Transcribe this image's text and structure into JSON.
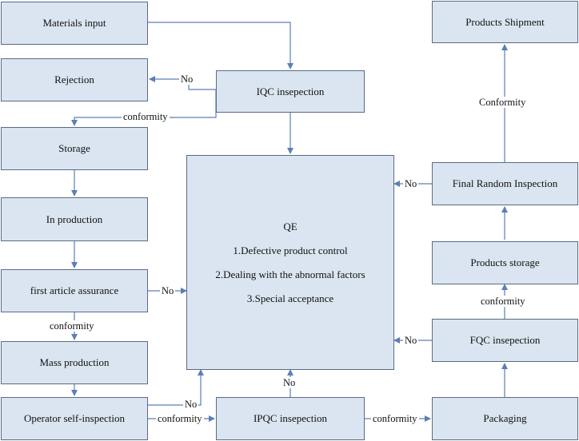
{
  "boxes": {
    "materials_input": "Materials input",
    "rejection": "Rejection",
    "iqc_inspection": "IQC insepection",
    "storage": "Storage",
    "in_production": "In production",
    "first_article": "first article assurance",
    "mass_production": "Mass production",
    "operator_self_inspection": "Operator self-inspection",
    "ipqc_inspection": "IPQC insepection",
    "packaging": "Packaging",
    "fqc_inspection": "FQC insepection",
    "products_storage": "Products storage",
    "final_random_inspection": "Final Random Inspection",
    "products_shipment": "Products Shipment"
  },
  "qe": {
    "title": "QE",
    "items": [
      "1.Defective product control",
      "2.Dealing with the abnormal factors",
      "3.Special acceptance"
    ]
  },
  "labels": {
    "no_rejection": "No",
    "conformity_storage": "conformity",
    "no_first_article": "No",
    "conformity_mass": "conformity",
    "no_operator": "No",
    "conformity_operator": "conformity",
    "no_ipqc": "No",
    "conformity_ipqc": "conformity",
    "no_fqc": "No",
    "conformity_products_storage": "conformity",
    "no_final": "No",
    "conformity_shipment": "Conformity"
  },
  "colors": {
    "box_fill": "#dbe5f1",
    "box_border": "#5a6b85",
    "connector": "#5b7fb5"
  }
}
